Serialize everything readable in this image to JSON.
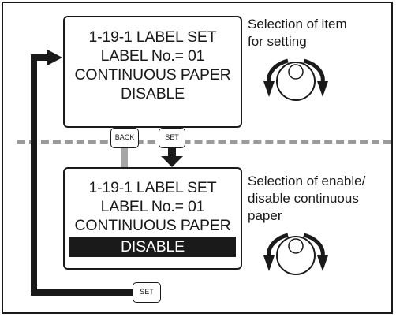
{
  "screen1": {
    "lines": [
      "1-19-1 LABEL SET",
      "LABEL No.= 01",
      "CONTINUOUS PAPER",
      "DISABLE"
    ]
  },
  "screen2": {
    "lines": [
      "1-19-1 LABEL SET",
      "LABEL No.= 01",
      "CONTINUOUS PAPER"
    ],
    "selected": "DISABLE"
  },
  "notes": {
    "top": [
      "Selection of item",
      "for setting"
    ],
    "bottom": [
      "Selection of enable/",
      "disable continuous",
      "paper"
    ]
  },
  "keys": {
    "back": "BACK",
    "set": "SET",
    "set_loop": "SET"
  },
  "colors": {
    "ink": "#1a1a1a",
    "back_arrow": "#a6a6a6",
    "divider": "#9a9a9a"
  },
  "icons": [
    "jog-dial-icon",
    "jog-dial-icon"
  ]
}
